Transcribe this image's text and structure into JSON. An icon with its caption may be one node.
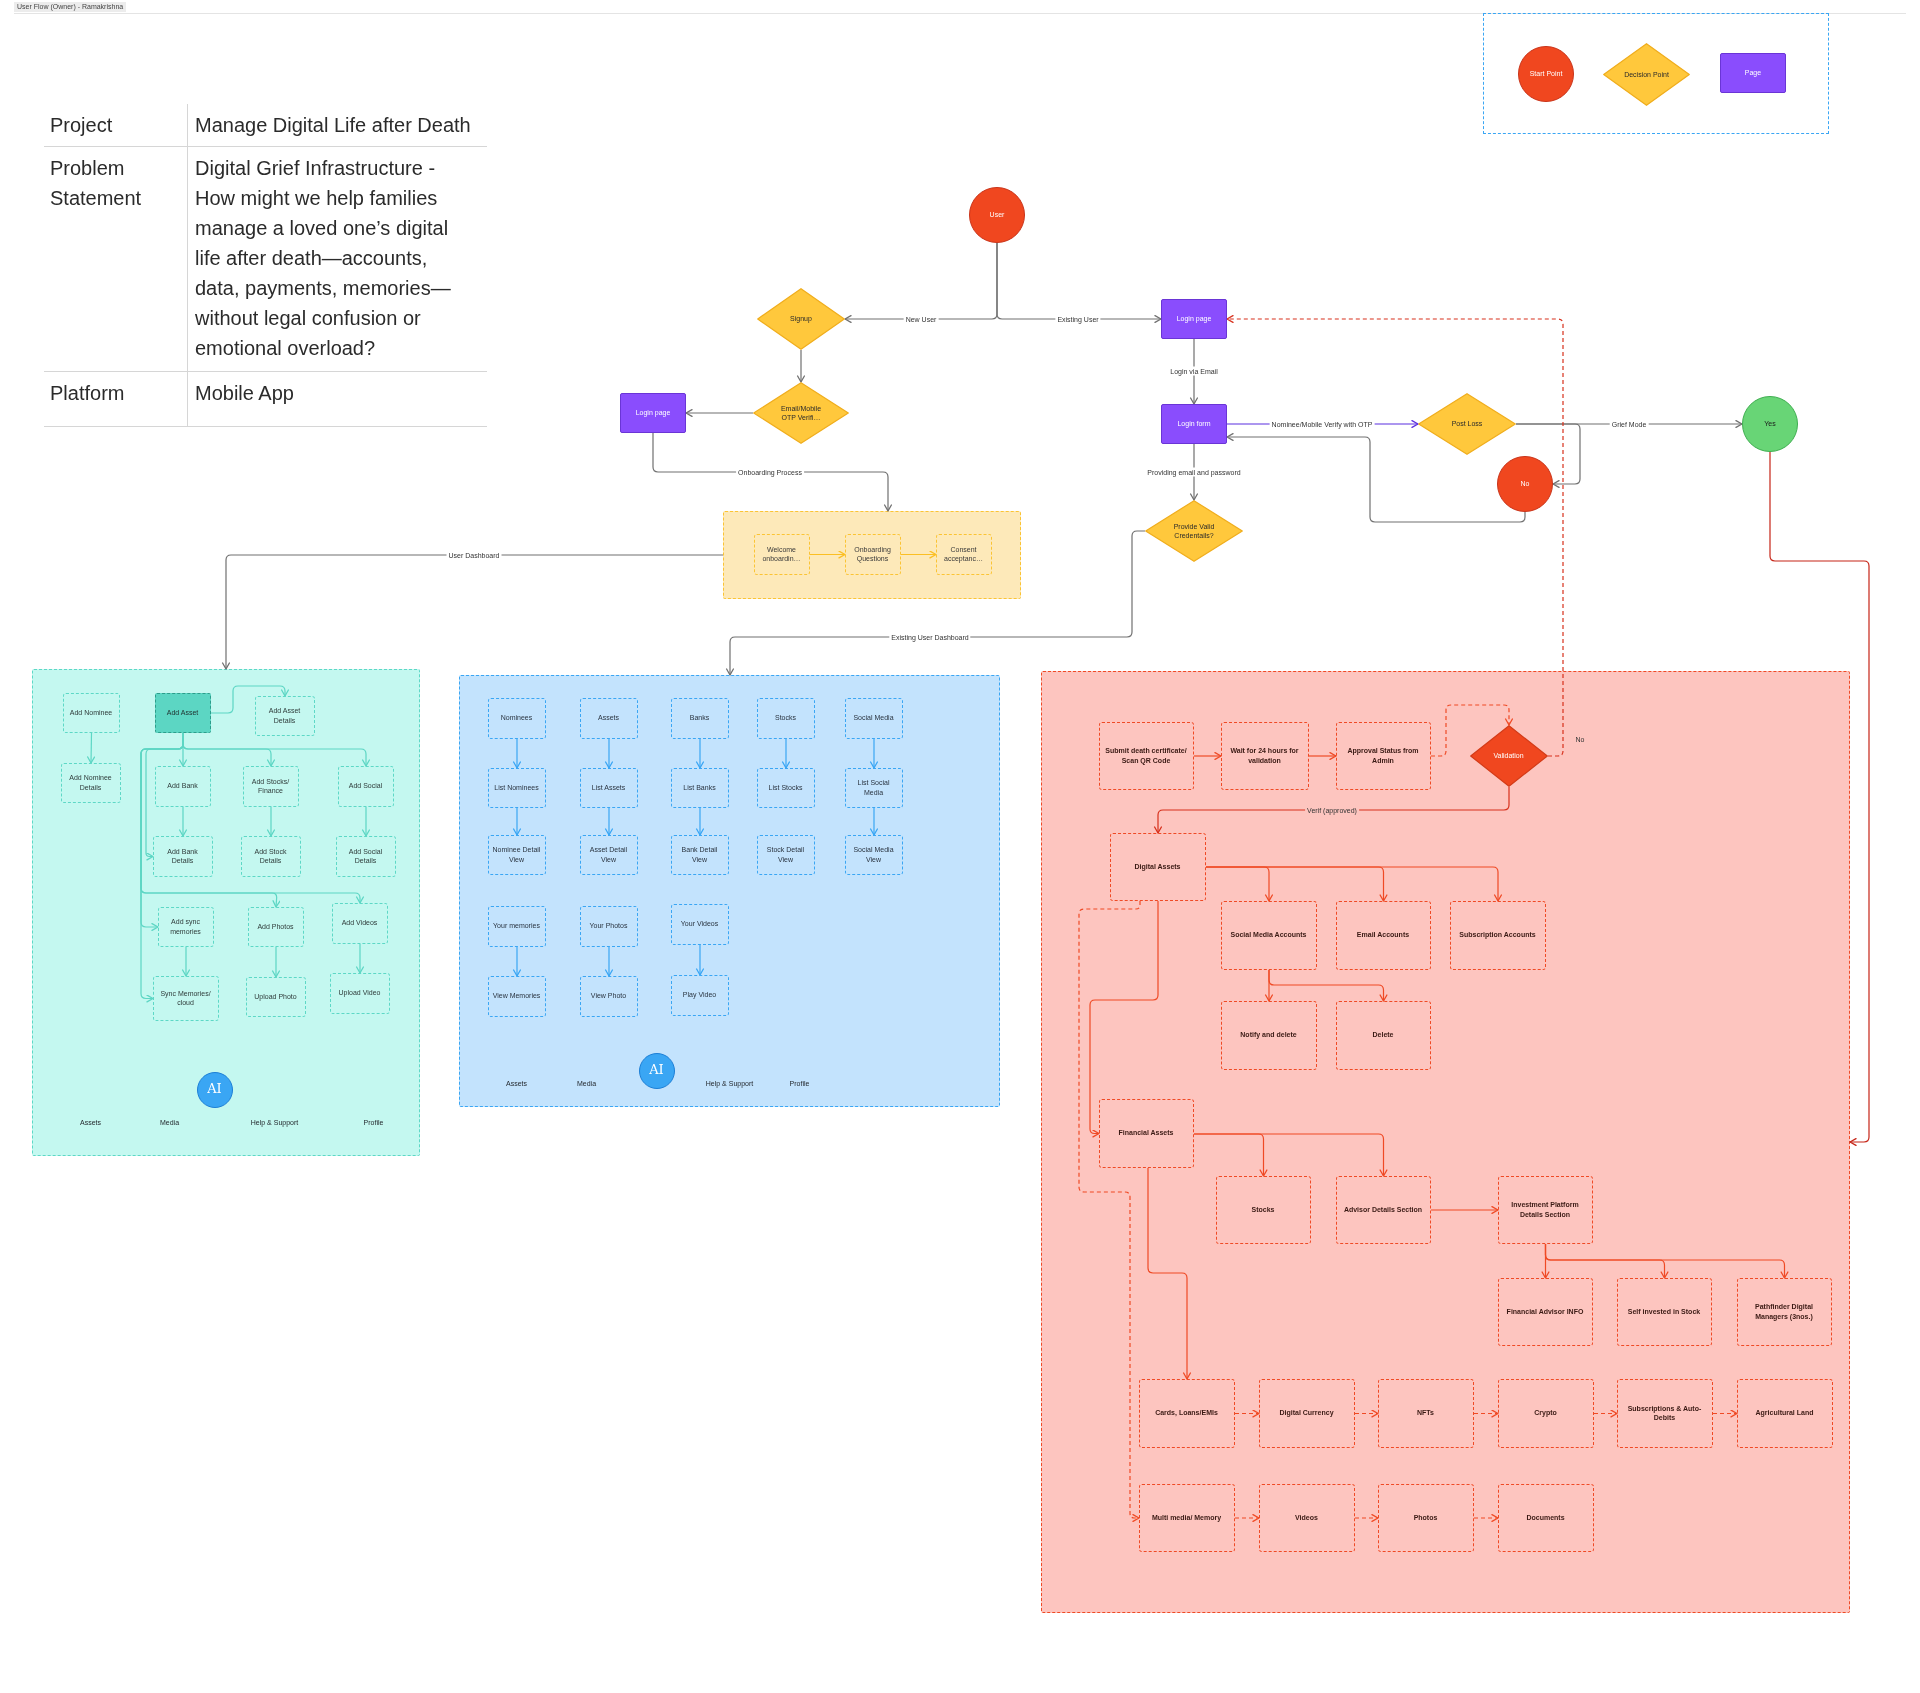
{
  "diagram": {
    "nodes": [
      {
        "text": [
          "User"
        ]
      },
      {
        "text": [
          "Signup"
        ]
      },
      {
        "text": [
          "Login page"
        ]
      },
      {
        "text": [
          "Email/Mobile OTP Verifi…"
        ]
      },
      {
        "text": [
          "Login page"
        ]
      },
      {
        "text": [
          "Login form"
        ]
      },
      {
        "text": [
          "Post Loss"
        ]
      },
      {
        "text": [
          "Yes"
        ]
      },
      {
        "text": [
          "No"
        ]
      },
      {
        "text": [
          "Provide Valid Credentails?"
        ]
      },
      {
        "text": [],
        "shape": "box"
      },
      {
        "text": [
          "Welcome onboardin…"
        ],
        "in": 10
      },
      {
        "text": [
          "Onboarding Questions"
        ],
        "in": 10
      },
      {
        "text": [
          "Consent acceptanc…"
        ],
        "in": 10
      },
      {
        "text": [
          "Assets",
          "Media",
          "Help & Support",
          "Profile"
        ]
      },
      {
        "text": [
          "Add Nominee"
        ],
        "in": 14
      },
      {
        "text": [
          "Add Asset"
        ],
        "in": 14
      },
      {
        "text": [
          "Add Asset Details"
        ],
        "in": 14
      },
      {
        "text": [
          "Add Nominee Details"
        ],
        "in": 14
      },
      {
        "text": [
          "Add Bank"
        ],
        "in": 14
      },
      {
        "text": [
          "Add Stocks/ Finance"
        ],
        "in": 14
      },
      {
        "text": [
          "Add Social"
        ],
        "in": 14
      },
      {
        "text": [
          "Add Bank Details"
        ],
        "in": 14
      },
      {
        "text": [
          "Add Stock Details"
        ],
        "in": 14
      },
      {
        "text": [
          "Add Social Details"
        ],
        "in": 14
      },
      {
        "text": [
          "Add sync memories"
        ],
        "in": 14
      },
      {
        "text": [
          "Add Photos"
        ],
        "in": 14
      },
      {
        "text": [
          "Add Videos"
        ],
        "in": 14
      },
      {
        "text": [
          "Sync Memories/ cloud"
        ],
        "in": 14
      },
      {
        "text": [
          "Upload Photo"
        ],
        "in": 14
      },
      {
        "text": [
          "Upload Video"
        ],
        "in": 14
      },
      {
        "text": [
          "AI"
        ],
        "in": 14
      },
      {
        "text": [
          "Assets",
          "Media",
          "Help & Support",
          "Profile"
        ]
      },
      {
        "text": [
          "Nominees"
        ],
        "in": 32
      },
      {
        "text": [
          "Assets"
        ],
        "in": 32
      },
      {
        "text": [
          "Banks"
        ],
        "in": 32
      },
      {
        "text": [
          "Stocks"
        ],
        "in": 32
      },
      {
        "text": [
          "Social Media"
        ],
        "in": 32
      },
      {
        "text": [
          "List Nominees"
        ],
        "in": 32
      },
      {
        "text": [
          "List Assets"
        ],
        "in": 32
      },
      {
        "text": [
          "List Banks"
        ],
        "in": 32
      },
      {
        "text": [
          "List Stocks"
        ],
        "in": 32
      },
      {
        "text": [
          "List Social Media"
        ],
        "in": 32
      },
      {
        "text": [
          "Nominee Detail View"
        ],
        "in": 32
      },
      {
        "text": [
          "Asset Detail View"
        ],
        "in": 32
      },
      {
        "text": [
          "Bank Detail View"
        ],
        "in": 32
      },
      {
        "text": [
          "Stock Detail View"
        ],
        "in": 32
      },
      {
        "text": [
          "Social Media View"
        ],
        "in": 32
      },
      {
        "text": [
          "Your memories"
        ],
        "in": 32
      },
      {
        "text": [
          "Your Photos"
        ],
        "in": 32
      },
      {
        "text": [
          "Your Videos"
        ],
        "in": 32
      },
      {
        "text": [
          "View Memories"
        ],
        "in": 32
      },
      {
        "text": [
          "View Photo"
        ],
        "in": 32
      },
      {
        "text": [
          "Play Video"
        ],
        "in": 32
      },
      {
        "text": [
          "AI"
        ],
        "in": 32
      },
      {
        "text": [],
        "shape": "box"
      },
      {
        "text": [
          "Submit death certificate/ Scan QR Code"
        ],
        "in": 55
      },
      {
        "text": [
          "Wait for 24 hours for validation"
        ],
        "in": 55
      },
      {
        "text": [
          "Approval Status from Admin"
        ],
        "in": 55
      },
      {
        "text": [
          "Validation"
        ],
        "in": 55
      },
      {
        "text": [
          "Digital Assets"
        ],
        "in": 55
      },
      {
        "text": [
          "Social Media Accounts"
        ],
        "in": 55
      },
      {
        "text": [
          "Email Accounts"
        ],
        "in": 55
      },
      {
        "text": [
          "Subscription Accounts"
        ],
        "in": 55
      },
      {
        "text": [
          "Notify and delete"
        ],
        "in": 55
      },
      {
        "text": [
          "Delete"
        ],
        "in": 55
      },
      {
        "text": [
          "Financial Assets"
        ],
        "in": 55
      },
      {
        "text": [
          "Stocks"
        ],
        "in": 55
      },
      {
        "text": [
          "Advisor Details Section"
        ],
        "in": 55
      },
      {
        "text": [
          "Investment Platform Details Section"
        ],
        "in": 55
      },
      {
        "text": [
          "Financial Advisor INFO"
        ],
        "in": 55
      },
      {
        "text": [
          "Self invested in Stock"
        ],
        "in": 55
      },
      {
        "text": [
          "Pathfinder Digital Managers (3nos.)"
        ],
        "in": 55
      },
      {
        "text": [
          "Cards, Loans/EMIs"
        ],
        "in": 55
      },
      {
        "text": [
          "Digital Currency"
        ],
        "in": 55
      },
      {
        "text": [
          "NFTs"
        ],
        "in": 55
      },
      {
        "text": [
          "Crypto"
        ],
        "in": 55
      },
      {
        "text": [
          "Subscriptions & Auto-Debits"
        ],
        "in": 55
      },
      {
        "text": [
          "Agricultural Land"
        ],
        "in": 55
      },
      {
        "text": [
          "Multi media/ Memory"
        ],
        "in": 55
      },
      {
        "text": [
          "Videos"
        ],
        "in": 55
      },
      {
        "text": [
          "Photos"
        ],
        "in": 55
      },
      {
        "text": [
          "Documents"
        ],
        "in": 55
      }
    ],
    "edges": [
      {
        "from": 0,
        "to": 1,
        "arrow": "to",
        "label": "New User",
        "color": "#707070"
      },
      {
        "from": 0,
        "to": 2,
        "arrow": "to",
        "label": "Existing User",
        "color": "#707070"
      },
      {
        "from": 1,
        "to": 3,
        "arrow": "to",
        "color": "#707070"
      },
      {
        "from": 3,
        "to": 4,
        "arrow": "to",
        "color": "#707070"
      },
      {
        "from": 4,
        "to": 10,
        "arrow": "to",
        "label": "Onboarding Process",
        "color": "#707070"
      },
      {
        "from": 2,
        "to": 5,
        "arrow": "to",
        "label": "Login via Email",
        "color": "#707070"
      },
      {
        "from": 5,
        "to": 6,
        "arrow": "to",
        "label": "Nominee/Mobile Verify with OTP",
        "color": "#5b2ee0"
      },
      {
        "from": 6,
        "to": 7,
        "arrow": "to",
        "label": "Grief Mode",
        "color": "#707070"
      },
      {
        "from": 6,
        "to": 8,
        "arrow": "to",
        "color": "#707070"
      },
      {
        "from": 8,
        "to": 5,
        "arrow": "to",
        "color": "#707070"
      },
      {
        "from": 5,
        "to": 9,
        "arrow": "to",
        "label": "Providing email and password",
        "color": "#707070"
      },
      {
        "from": 9,
        "to": 32,
        "arrow": "to",
        "label": "Existing User Dashboard",
        "color": "#707070"
      },
      {
        "from": 10,
        "to": 14,
        "arrow": "to",
        "label": "User Dashboard",
        "color": "#707070"
      },
      {
        "from": 11,
        "to": 12,
        "arrow": "to",
        "color": "#fbbf24"
      },
      {
        "from": 12,
        "to": 13,
        "arrow": "to",
        "color": "#fbbf24"
      },
      {
        "from": 7,
        "to": 55,
        "arrow": "to",
        "color": "#c62416"
      },
      {
        "from": 59,
        "to": 2,
        "arrow": "to",
        "label": "No",
        "style": "dashed",
        "color": "#d7301c"
      },
      {
        "from": 15,
        "to": 18,
        "arrow": "to",
        "color": "#5dd6c4"
      },
      {
        "from": 16,
        "to": 17,
        "arrow": "to",
        "color": "#5dd6c4"
      },
      {
        "from": 16,
        "to": 19,
        "arrow": "to",
        "color": "#5dd6c4"
      },
      {
        "from": 16,
        "to": 20,
        "arrow": "to",
        "color": "#5dd6c4"
      },
      {
        "from": 16,
        "to": 21,
        "arrow": "to",
        "color": "#5dd6c4"
      },
      {
        "from": 16,
        "to": 22,
        "arrow": "to",
        "color": "#5dd6c4"
      },
      {
        "from": 19,
        "to": 22,
        "arrow": "to",
        "color": "#5dd6c4"
      },
      {
        "from": 20,
        "to": 23,
        "arrow": "to",
        "color": "#5dd6c4"
      },
      {
        "from": 21,
        "to": 24,
        "arrow": "to",
        "color": "#5dd6c4"
      },
      {
        "from": 16,
        "to": 25,
        "arrow": "to",
        "color": "#5dd6c4"
      },
      {
        "from": 16,
        "to": 28,
        "arrow": "to",
        "color": "#5dd6c4"
      },
      {
        "from": 16,
        "to": 26,
        "arrow": "to",
        "color": "#5dd6c4"
      },
      {
        "from": 16,
        "to": 27,
        "arrow": "to",
        "color": "#5dd6c4"
      },
      {
        "from": 25,
        "to": 28,
        "arrow": "to",
        "color": "#5dd6c4"
      },
      {
        "from": 26,
        "to": 29,
        "arrow": "to",
        "color": "#5dd6c4"
      },
      {
        "from": 27,
        "to": 30,
        "arrow": "to",
        "color": "#5dd6c4"
      },
      {
        "from": 33,
        "to": 38,
        "arrow": "to",
        "color": "#3aa6f4"
      },
      {
        "from": 38,
        "to": 43,
        "arrow": "to",
        "color": "#3aa6f4"
      },
      {
        "from": 34,
        "to": 39,
        "arrow": "to",
        "color": "#3aa6f4"
      },
      {
        "from": 39,
        "to": 44,
        "arrow": "to",
        "color": "#3aa6f4"
      },
      {
        "from": 35,
        "to": 40,
        "arrow": "to",
        "color": "#3aa6f4"
      },
      {
        "from": 40,
        "to": 45,
        "arrow": "to",
        "color": "#3aa6f4"
      },
      {
        "from": 36,
        "to": 41,
        "arrow": "to",
        "color": "#3aa6f4"
      },
      {
        "from": 37,
        "to": 42,
        "arrow": "to",
        "color": "#3aa6f4"
      },
      {
        "from": 42,
        "to": 47,
        "arrow": "to",
        "color": "#3aa6f4"
      },
      {
        "from": 48,
        "to": 51,
        "arrow": "to",
        "color": "#3aa6f4"
      },
      {
        "from": 49,
        "to": 52,
        "arrow": "to",
        "color": "#3aa6f4"
      },
      {
        "from": 50,
        "to": 53,
        "arrow": "to",
        "color": "#3aa6f4"
      },
      {
        "from": 56,
        "to": 57,
        "arrow": "to",
        "color": "#ef4a25"
      },
      {
        "from": 57,
        "to": 58,
        "arrow": "to",
        "color": "#ef4a25"
      },
      {
        "from": 58,
        "to": 59,
        "arrow": "to",
        "color": "#ef4a25",
        "style": "dashed"
      },
      {
        "from": 59,
        "to": 60,
        "arrow": "to",
        "color": "#d7301c",
        "label": "Verif (approved)"
      },
      {
        "from": 60,
        "to": 61,
        "arrow": "to",
        "color": "#ef4a25"
      },
      {
        "from": 60,
        "to": 62,
        "arrow": "to",
        "color": "#ef4a25"
      },
      {
        "from": 60,
        "to": 63,
        "arrow": "to",
        "color": "#ef4a25"
      },
      {
        "from": 61,
        "to": 64,
        "arrow": "to",
        "color": "#ef4a25"
      },
      {
        "from": 61,
        "to": 65,
        "arrow": "to",
        "color": "#ef4a25"
      },
      {
        "from": 60,
        "to": 66,
        "arrow": "to",
        "color": "#ef4a25"
      },
      {
        "from": 60,
        "to": 79,
        "arrow": "to",
        "color": "#ef4a25",
        "style": "dashed"
      },
      {
        "from": 66,
        "to": 67,
        "arrow": "to",
        "color": "#ef4a25"
      },
      {
        "from": 66,
        "to": 68,
        "arrow": "to",
        "color": "#ef4a25"
      },
      {
        "from": 68,
        "to": 69,
        "arrow": "to",
        "color": "#ef4a25"
      },
      {
        "from": 69,
        "to": 70,
        "arrow": "to",
        "color": "#ef4a25"
      },
      {
        "from": 69,
        "to": 71,
        "arrow": "to",
        "color": "#ef4a25"
      },
      {
        "from": 69,
        "to": 72,
        "arrow": "to",
        "color": "#ef4a25"
      },
      {
        "from": 66,
        "to": 73,
        "arrow": "to",
        "color": "#ef4a25"
      },
      {
        "from": 73,
        "to": 74,
        "arrow": "to",
        "color": "#ef4a25",
        "style": "dashed"
      },
      {
        "from": 74,
        "to": 75,
        "arrow": "to",
        "color": "#ef4a25",
        "style": "dashed"
      },
      {
        "from": 75,
        "to": 76,
        "arrow": "to",
        "color": "#ef4a25",
        "style": "dashed"
      },
      {
        "from": 76,
        "to": 77,
        "arrow": "to",
        "color": "#ef4a25",
        "style": "dashed"
      },
      {
        "from": 77,
        "to": 78,
        "arrow": "to",
        "color": "#ef4a25",
        "style": "dashed"
      },
      {
        "from": 79,
        "to": 80,
        "arrow": "to",
        "color": "#ef4a25",
        "style": "dashed"
      },
      {
        "from": 80,
        "to": 81,
        "arrow": "to",
        "color": "#ef4a25",
        "style": "dashed"
      },
      {
        "from": 81,
        "to": 82,
        "arrow": "to",
        "color": "#ef4a25",
        "style": "dashed"
      }
    ],
    "labels": [
      "User Flow (Owner) - Ramakrishna",
      "Project",
      "Manage Digital Life after Death",
      "Problem Statement",
      "Digital Grief Infrastructure - How might we help families manage a loved one’s digital life after death—accounts, data, payments, memories—without legal confusion or emotional overload?",
      "Platform",
      "Mobile App"
    ],
    "legend": [
      {
        "text": "Start Point"
      },
      {
        "text": "Decision Point"
      },
      {
        "text": "Page"
      }
    ]
  }
}
